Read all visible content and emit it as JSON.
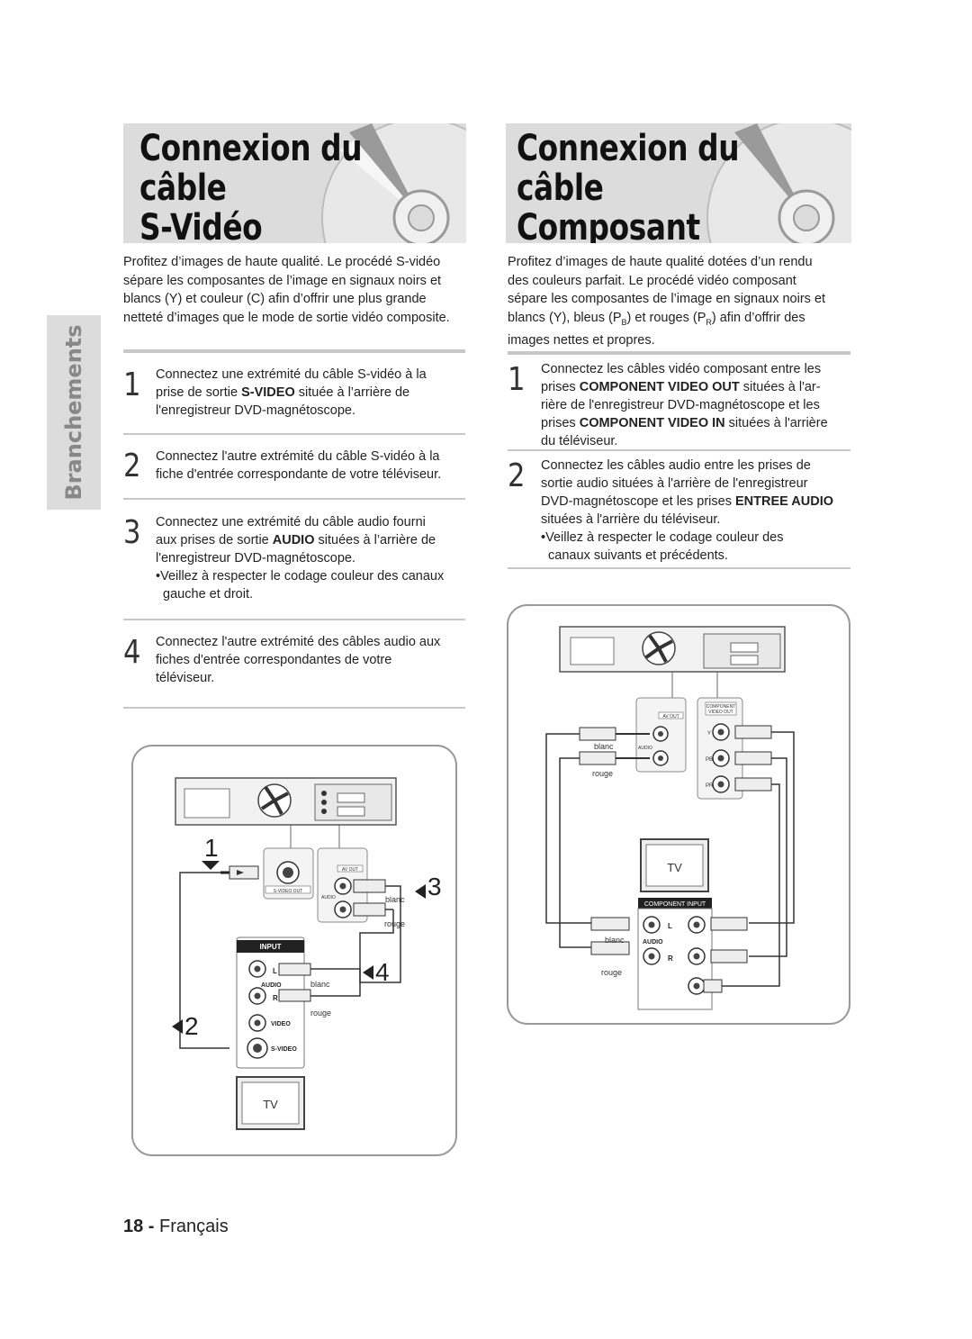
{
  "left": {
    "title_line1": "Connexion du câble",
    "title_line2": "S-Vidéo",
    "intro": "Profitez d'images de haute qualité. Le procédé S-vidéo sépare les composantes de l'image en signaux noirs et blancs (Y) et couleur (C) afin d'offrir une plus grande netteté d'images que le mode de sortie vidéo composite.",
    "intro_lines": [
      "Profitez d’images de haute qualité. Le procédé S-vidéo",
      "sépare les composantes de l’image en signaux noirs et",
      "blancs (Y) et couleur (C) afin d’offrir une plus grande",
      "netteté d’images que le mode de sortie vidéo composite."
    ],
    "steps": [
      {
        "num": "1",
        "lines": [
          "Connectez une extrémité du câble S-vidéo à la",
          "prise de sortie |S-VIDEO| située à l’arrière de",
          "l'enregistreur DVD-magnétoscope."
        ]
      },
      {
        "num": "2",
        "lines": [
          "Connectez l'autre extrémité du câble S-vidéo à la",
          "fiche d'entrée correspondante de votre téléviseur."
        ]
      },
      {
        "num": "3",
        "lines": [
          "Connectez une extrémité du câble audio fourni",
          "aux prises de sortie |AUDIO| situées à l’arrière de",
          "l'enregistreur DVD-magnétoscope.",
          "•Veillez à respecter le codage couleur des canaux",
          "  gauche et droit."
        ]
      },
      {
        "num": "4",
        "lines": [
          "Connectez l'autre extrémité des câbles audio aux",
          "fiches d'entrée correspondantes de votre",
          "téléviseur."
        ]
      }
    ],
    "diagram": {
      "callout_1": "1",
      "callout_2": "2",
      "callout_3": "3",
      "callout_4": "4",
      "svideo_out": "S-VIDEO OUT",
      "av_out": "AV OUT",
      "audio_small": "AUDIO",
      "blanc": "blanc",
      "rouge": "rouge",
      "input": "INPUT",
      "audio": "AUDIO",
      "l": "L",
      "r": "R",
      "video": "VIDEO",
      "svideo": "S-VIDEO",
      "tv": "TV"
    }
  },
  "right": {
    "title_line1": "Connexion du câble",
    "title_line2": "Composant Vidéo",
    "intro_lines": [
      "Profitez d’images de haute qualité dotées d’un rendu",
      "des couleurs parfait. Le procédé vidéo composant",
      "sépare les composantes de l’image en signaux noirs et",
      "blancs (Y), bleus (P|B|) et rouges (P|R|) afin d’offrir des",
      "images nettes et propres."
    ],
    "steps": [
      {
        "num": "1",
        "lines": [
          "Connectez les câbles vidéo composant entre les",
          "prises |COMPONENT VIDEO OUT| situées à l'ar-",
          "rière de l'enregistreur DVD-magnétoscope et les",
          "prises |COMPONENT VIDEO IN| situées à l'arrière",
          "du téléviseur."
        ]
      },
      {
        "num": "2",
        "lines": [
          "Connectez les câbles audio entre les prises de",
          "sortie audio situées à l'arrière de l'enregistreur",
          "DVD-magnétoscope et les prises |ENTREE AUDIO|",
          "situées à l'arrière du téléviseur.",
          "•Veillez à respecter le codage couleur des",
          "  canaux suivants et précédents."
        ]
      }
    ],
    "diagram": {
      "av_out": "AV OUT",
      "component_video_out_1": "COMPONENT",
      "component_video_out_2": "VIDEO OUT",
      "audio_small": "AUDIO",
      "blanc": "blanc",
      "rouge": "rouge",
      "tv": "TV",
      "component_input": "COMPONENT INPUT",
      "l": "L",
      "r": "R",
      "audio": "AUDIO",
      "y": "Y",
      "pb": "PB",
      "pr": "PR"
    }
  },
  "sidebar": {
    "label": "Branchements"
  },
  "footer": {
    "page": "18",
    "sep": " - ",
    "lang": "Français"
  },
  "colors": {
    "banner": "#dcdcdc",
    "rule": "#c8c8c8",
    "sidetab": "#dcdcdc",
    "sidetab_text": "#888888"
  }
}
